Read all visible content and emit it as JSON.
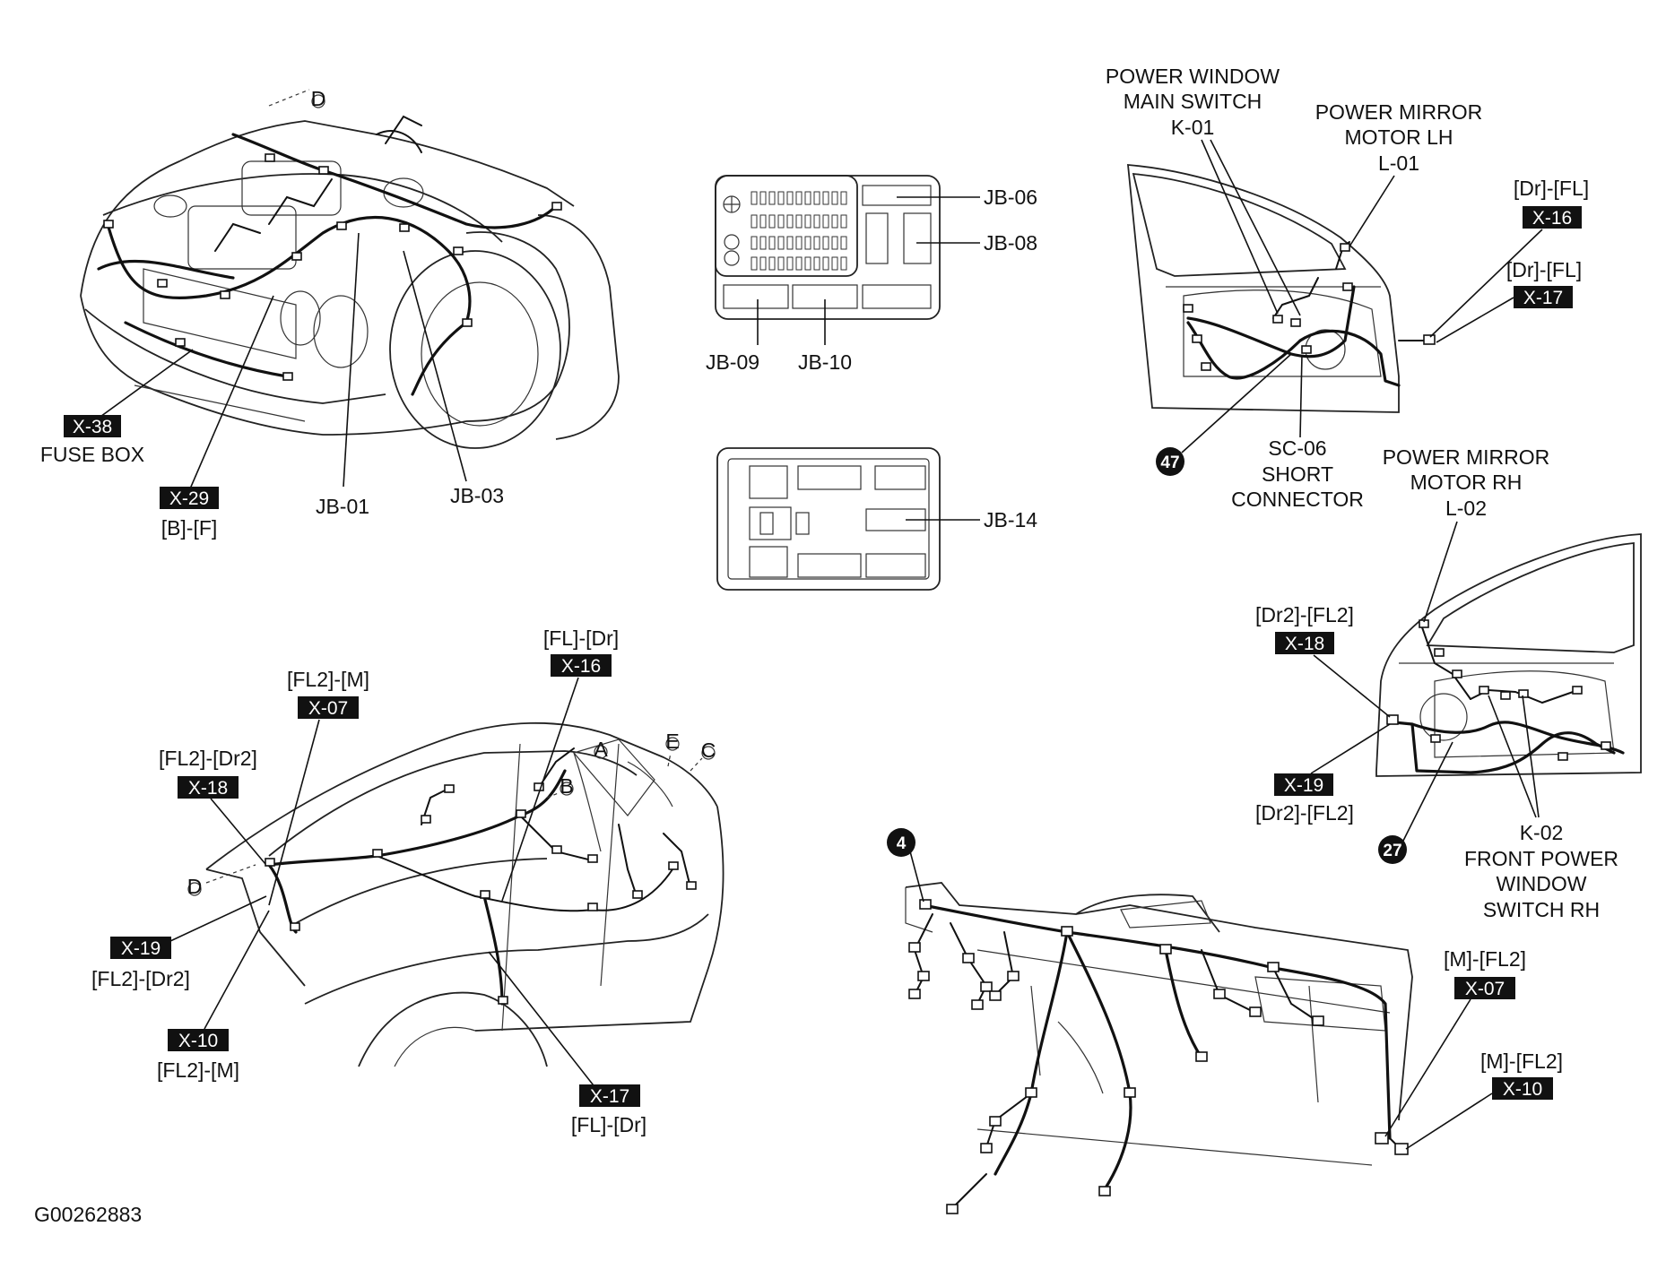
{
  "figure_id": "G00262883",
  "engine_bay": {
    "tag_x38": "X-38",
    "label_fuse_box": "FUSE BOX",
    "tag_x29": "X-29",
    "label_x29_pair": "[B]-[F]",
    "label_jb01": "JB-01",
    "label_jb03": "JB-03",
    "ref_d": "D"
  },
  "junction_box_1": {
    "label_jb06": "JB-06",
    "label_jb08": "JB-08",
    "label_jb09": "JB-09",
    "label_jb10": "JB-10"
  },
  "junction_box_2": {
    "label_jb14": "JB-14"
  },
  "front_door_lh": {
    "pw_main_switch": [
      "POWER WINDOW",
      "MAIN SWITCH",
      "K-01"
    ],
    "mirror_motor_lh": [
      "POWER MIRROR",
      "MOTOR LH",
      "L-01"
    ],
    "pair_x16": "[Dr]-[FL]",
    "tag_x16": "X-16",
    "pair_x17": "[Dr]-[FL]",
    "tag_x17": "X-17",
    "badge_47": "47",
    "short_connector": [
      "SC-06",
      "SHORT",
      "CONNECTOR"
    ]
  },
  "front_door_rh": {
    "mirror_motor_rh": [
      "POWER MIRROR",
      "MOTOR RH",
      "L-02"
    ],
    "pair_x18": "[Dr2]-[FL2]",
    "tag_x18": "X-18",
    "tag_x19": "X-19",
    "pair_x19": "[Dr2]-[FL2]",
    "badge_27": "27",
    "window_switch_rh": [
      "K-02",
      "FRONT POWER",
      "WINDOW",
      "SWITCH RH"
    ]
  },
  "floor_harness": {
    "pair_x16": "[FL]-[Dr]",
    "tag_x16": "X-16",
    "pair_x07": "[FL2]-[M]",
    "tag_x07": "X-07",
    "pair_x18": "[FL2]-[Dr2]",
    "tag_x18": "X-18",
    "tag_x19": "X-19",
    "pair_x19": "[FL2]-[Dr2]",
    "tag_x10": "X-10",
    "pair_x10": "[FL2]-[M]",
    "tag_x17": "X-17",
    "pair_x17": "[FL]-[Dr]",
    "ref_a": "A",
    "ref_b": "B",
    "ref_c": "C",
    "ref_d": "D",
    "ref_e": "E"
  },
  "main_harness": {
    "badge_4": "4",
    "pair_x07": "[M]-[FL2]",
    "tag_x07": "X-07",
    "pair_x10": "[M]-[FL2]",
    "tag_x10": "X-10"
  }
}
